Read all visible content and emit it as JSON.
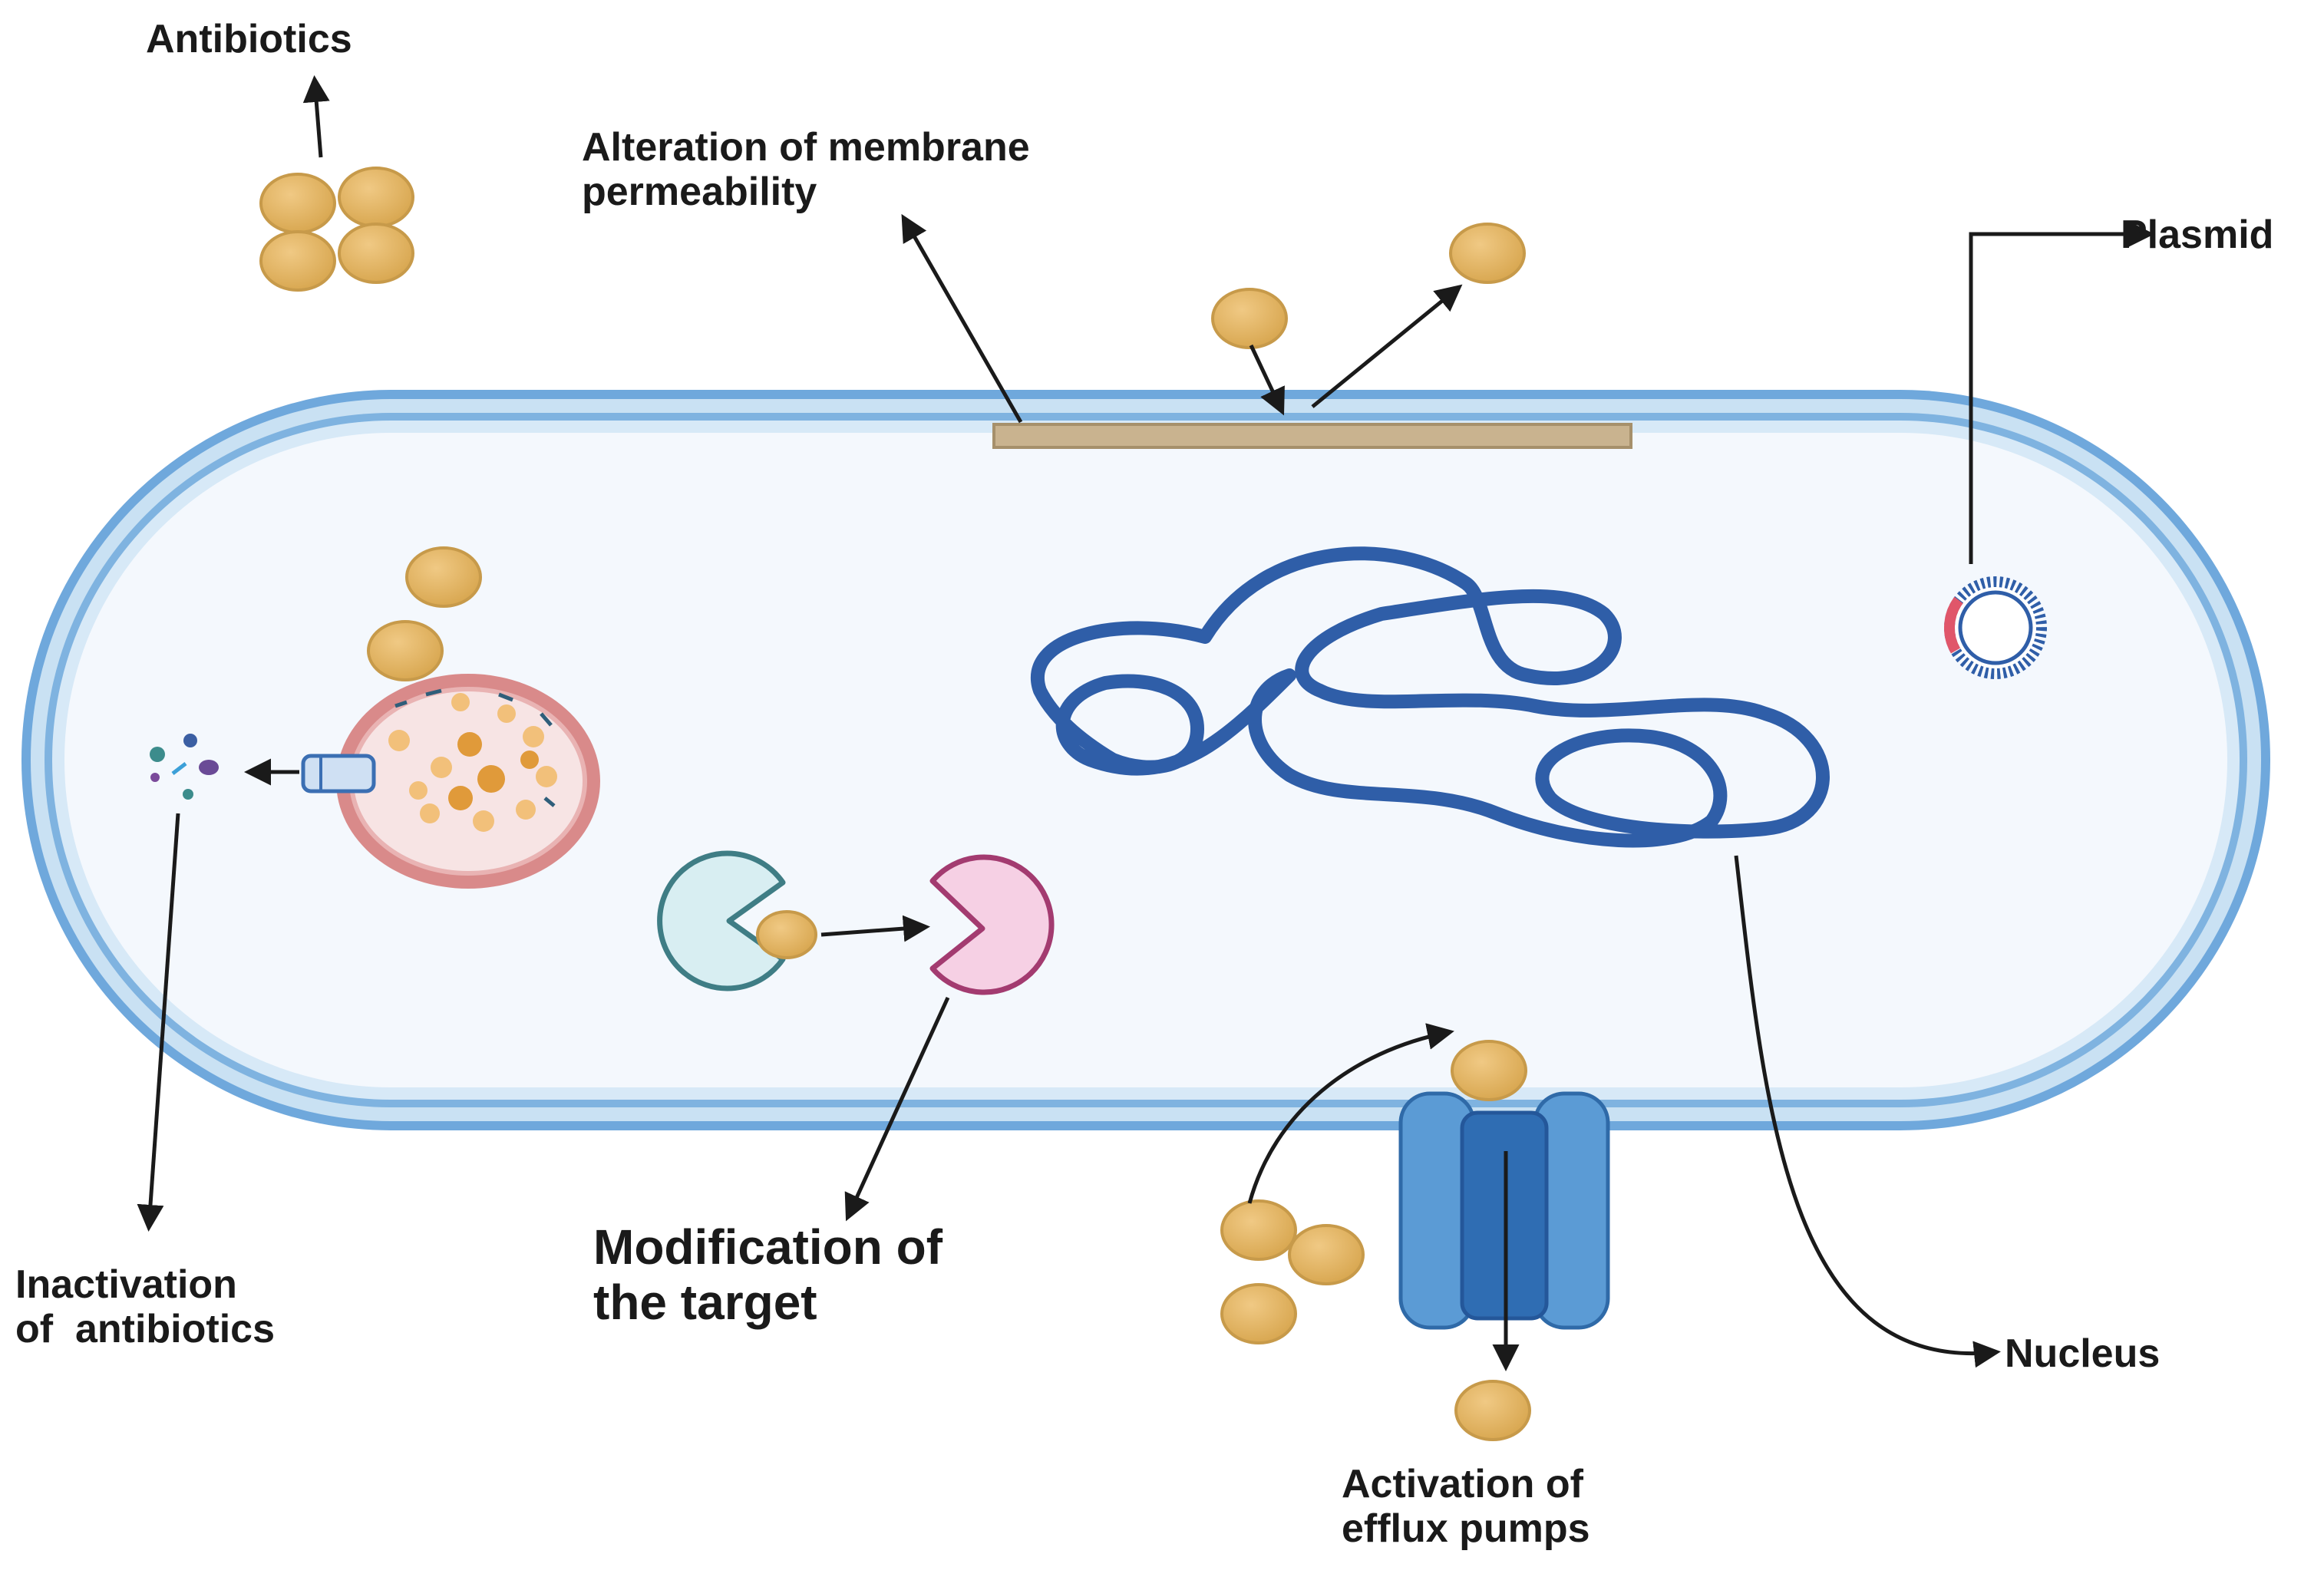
{
  "labels": {
    "antibiotics": "Antibiotics",
    "membrane": [
      "Alteration of membrane",
      "permeability"
    ],
    "plasmid": "Plasmid",
    "inactivation": [
      "Inactivation",
      "of  antibiotics"
    ],
    "modification": [
      "Modification of",
      "the target"
    ],
    "efflux": [
      "Activation of",
      "efflux pumps"
    ],
    "nucleus": "Nucleus"
  },
  "colors": {
    "cell_wall": "#6fa8dc",
    "cell_wall_light": "#c9e1f3",
    "cytoplasm": "#f4f8fd",
    "antibiotic": "#e3b464",
    "antibiotic_stroke": "#c79a4a",
    "chromosome": "#2f5ea8",
    "vesicle": "#d98a8a",
    "efflux_pump": "#5b9bd5",
    "target_original": "#d8eef2",
    "target_modified": "#f6d0e4",
    "membrane_patch": "#c9b38f",
    "arrow": "#1a1a1a"
  },
  "icons": [
    "antibiotic-molecule-icon",
    "plasmid-icon",
    "chromosome-icon",
    "efflux-pump-icon",
    "enzyme-vesicle-icon",
    "target-protein-icon"
  ]
}
